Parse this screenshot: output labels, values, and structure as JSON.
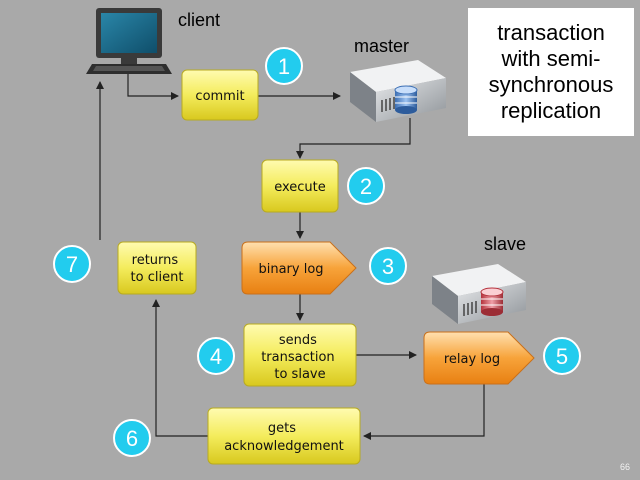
{
  "title": {
    "lines": [
      "transaction",
      "with semi-",
      "synchronous",
      "replication"
    ]
  },
  "labels": {
    "client": "client",
    "master": "master",
    "slave": "slave"
  },
  "boxes": {
    "commit": [
      "commit"
    ],
    "execute": [
      "execute"
    ],
    "binary_log": [
      "binary log"
    ],
    "sends": [
      "sends",
      "transaction",
      "to slave"
    ],
    "relay_log": [
      "relay log"
    ],
    "returns": [
      "returns",
      "to client"
    ],
    "gets_ack": [
      "gets",
      "acknowledgement"
    ]
  },
  "steps": [
    "1",
    "2",
    "3",
    "4",
    "5",
    "6",
    "7"
  ],
  "page_number": "66",
  "colors": {
    "background": "#a9a9a9",
    "yellow_box": "#f4ec5c",
    "orange_box": "#f7a33a",
    "badge": "#22ccee",
    "badge_border": "#ffffff",
    "arrow": "#222222"
  },
  "icons": {
    "client": "computer-monitor-icon",
    "master": "database-server-icon-blue",
    "slave": "database-server-icon-red"
  }
}
